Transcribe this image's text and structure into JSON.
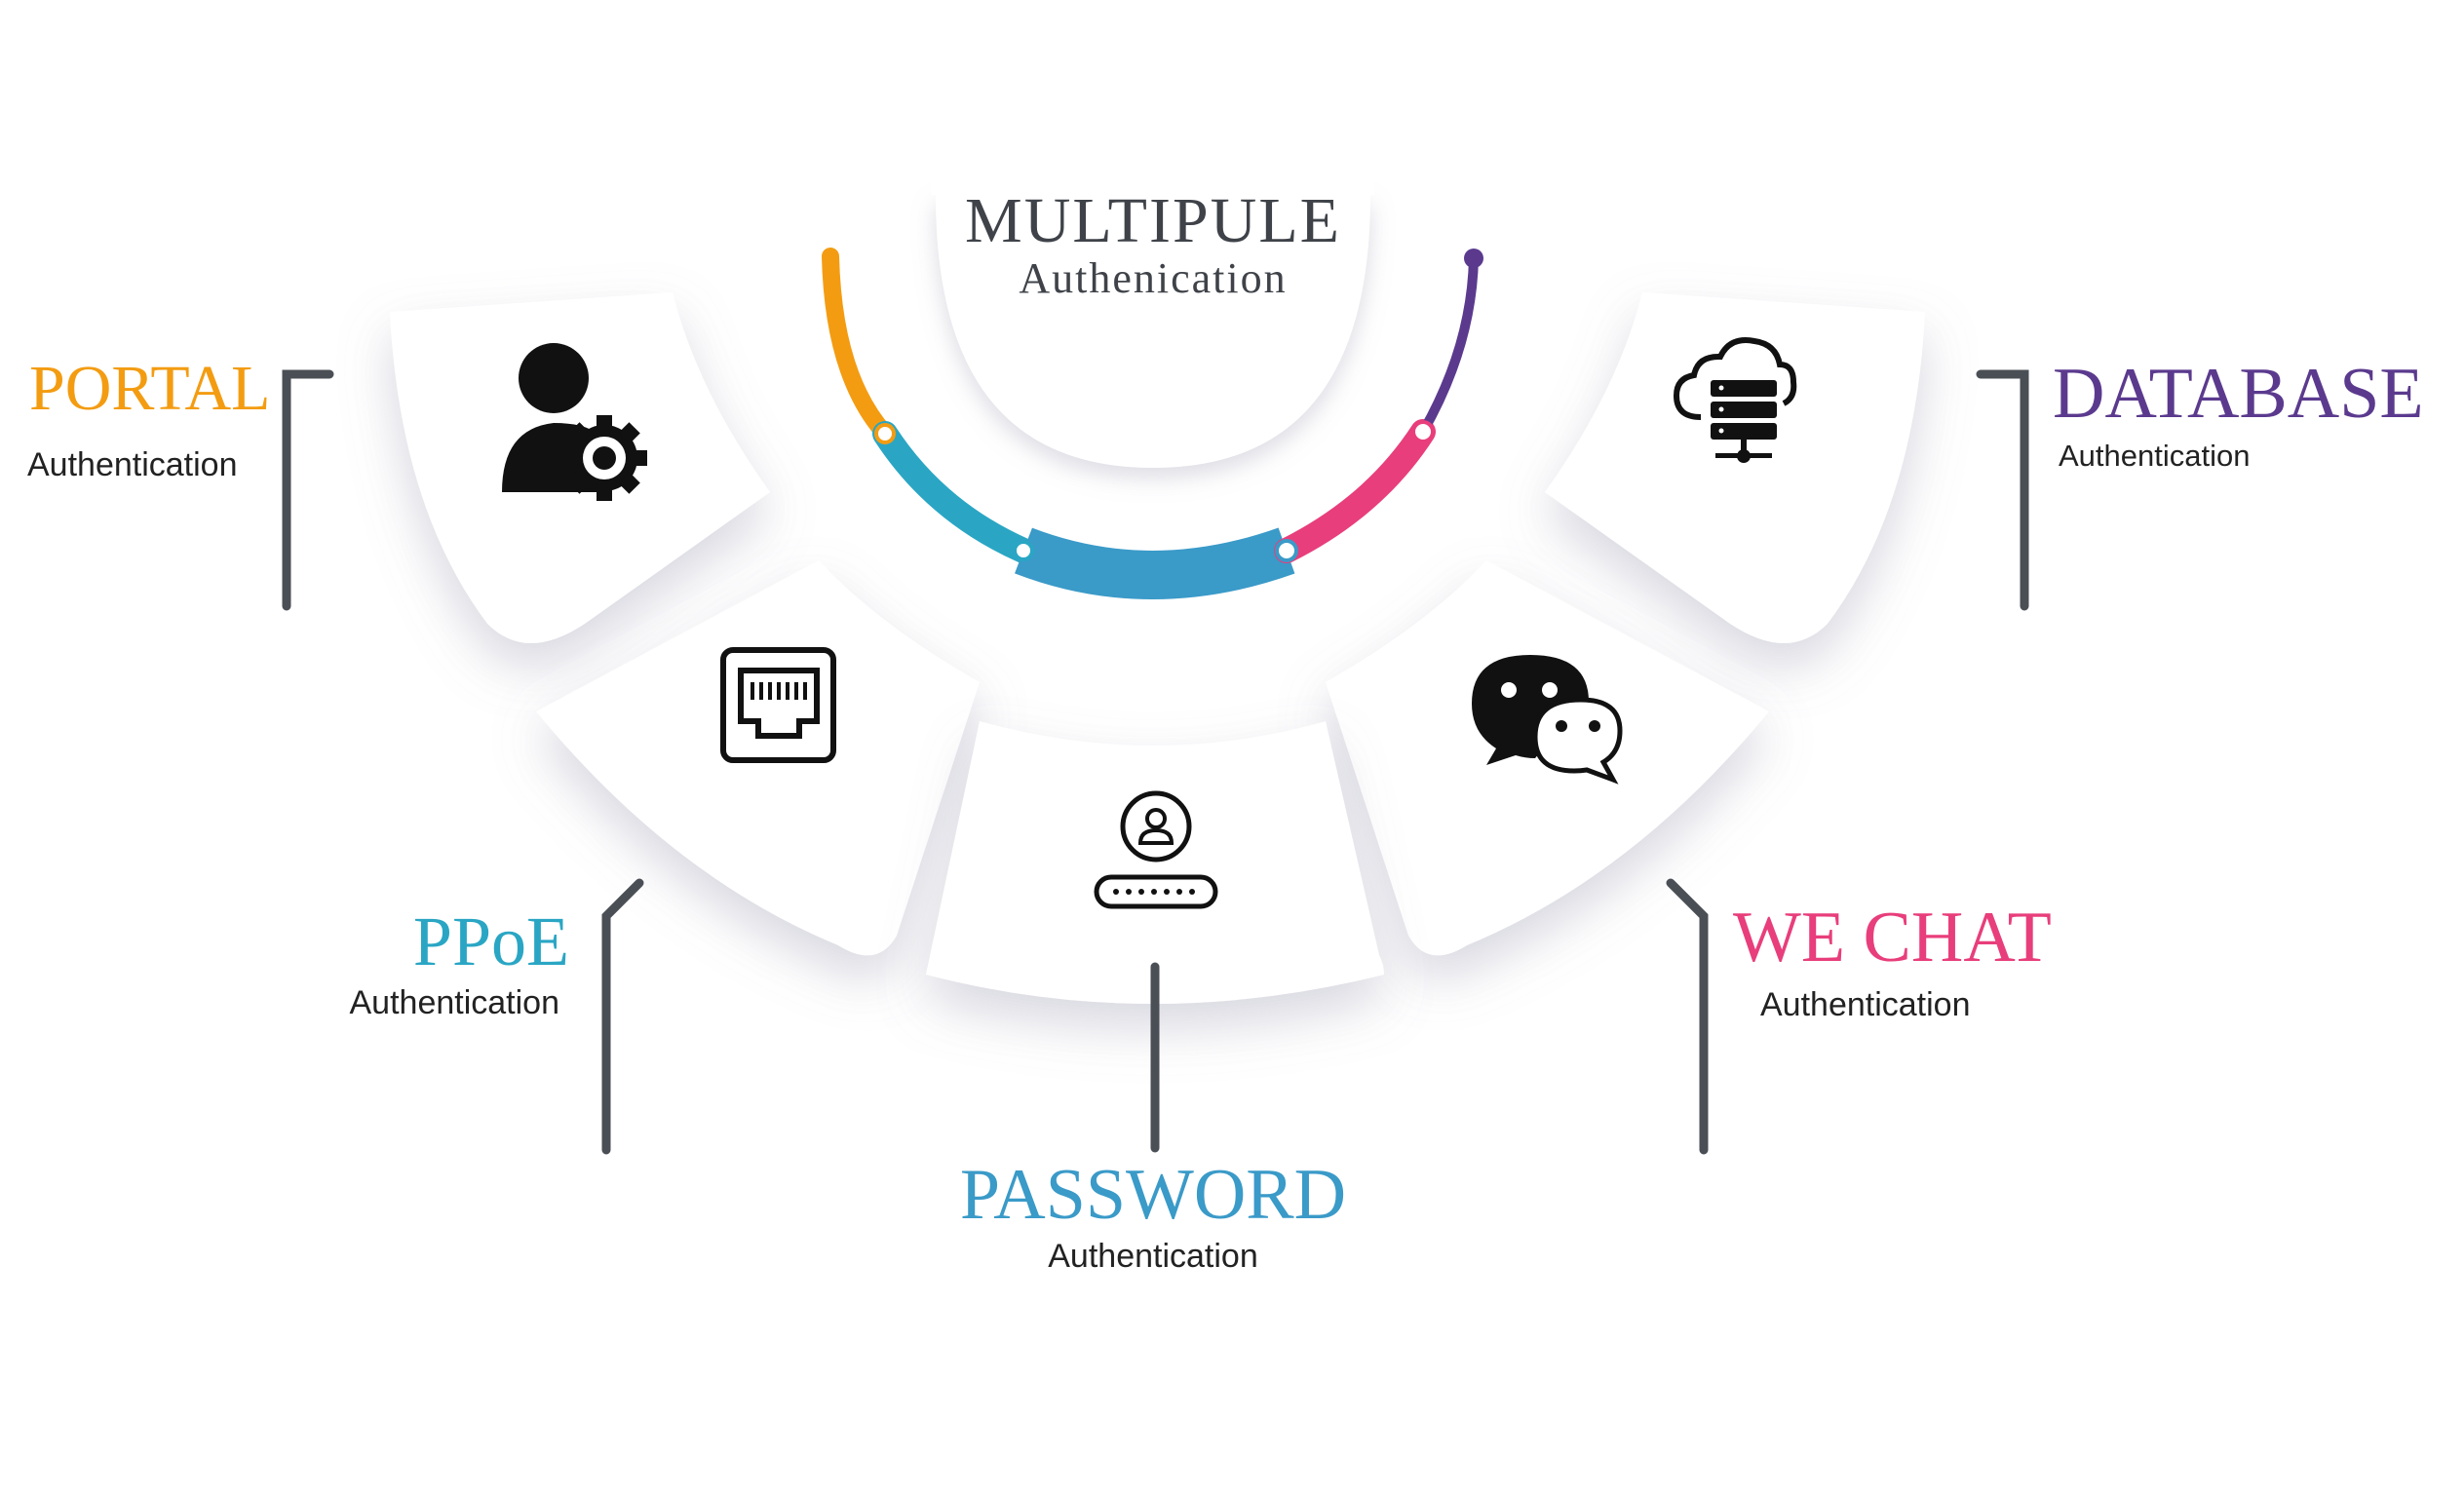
{
  "center": {
    "title": "MULTIPULE",
    "subtitle": "Authenication"
  },
  "colors": {
    "portal": "#f39c12",
    "ppoe": "#2aa6c4",
    "password": "#3a9ac8",
    "wechat": "#e83e7b",
    "database": "#5b3a8e",
    "title": "#3f4349",
    "bracket": "#4a4f55"
  },
  "items": {
    "portal": {
      "title": "PORTAL",
      "subtitle": "Authentication",
      "icon": "user-gear-icon"
    },
    "ppoe": {
      "title": "PPoE",
      "subtitle": "Authentication",
      "icon": "ethernet-port-icon"
    },
    "password": {
      "title": "PASSWORD",
      "subtitle": "Authentication",
      "icon": "user-password-icon"
    },
    "wechat": {
      "title": "WE CHAT",
      "subtitle": "Authentication",
      "icon": "chat-bubbles-icon"
    },
    "database": {
      "title": "DATABASE",
      "subtitle": "Authentication",
      "icon": "cloud-database-icon"
    }
  }
}
